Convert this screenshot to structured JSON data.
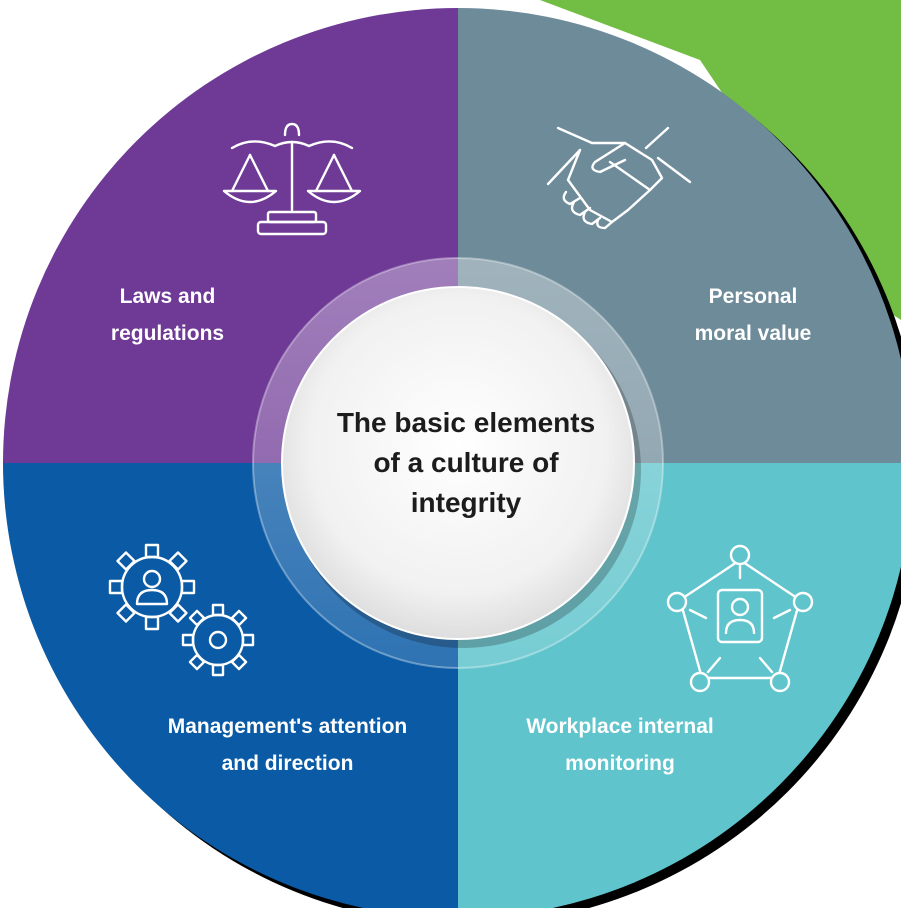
{
  "center": {
    "line1": "The basic elements",
    "line2": "of a culture of",
    "line3": "integrity"
  },
  "quadrants": {
    "top_left": {
      "line1": "Laws and",
      "line2": "regulations",
      "color": "#6E3A96",
      "icon": "scales-of-justice-icon"
    },
    "top_right": {
      "line1": "Personal",
      "line2": "moral value",
      "color": "#6E8B9A",
      "icon": "handshake-icon"
    },
    "bottom_left": {
      "line1": "Management's attention",
      "line2": "and direction",
      "color": "#0A5AA5",
      "icon": "gears-with-person-icon"
    },
    "bottom_right": {
      "line1": "Workplace internal",
      "line2": "monitoring",
      "color": "#5FC4CC",
      "icon": "network-person-icon"
    }
  },
  "accent_color": "#72BD44"
}
